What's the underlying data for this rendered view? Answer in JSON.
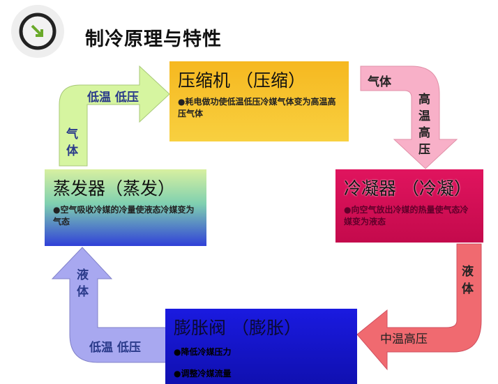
{
  "title": "制冷原理与特性",
  "compressor": {
    "title": "压缩机 （压缩）",
    "desc": "●耗电做功使低温低压冷媒气体变为高温高压气体"
  },
  "condenser": {
    "title": "冷凝器 （冷凝）",
    "desc": "●向空气放出冷媒的热量使气态冷媒变为液态"
  },
  "expansion": {
    "title": "膨胀阀 （膨胀）",
    "desc1": "●降低冷媒压力",
    "desc2": "●调整冷媒流量"
  },
  "evaporator": {
    "title": "蒸发器（蒸发）",
    "desc": "●空气吸收冷媒的冷量使液态冷媒变为气态"
  },
  "arrows": {
    "top_left": {
      "l1": "低温 低压",
      "l2": "气",
      "l3": "体"
    },
    "top_right": {
      "l1": "气体",
      "l2": "高",
      "l3": "温",
      "l4": "高",
      "l5": "压"
    },
    "bottom_right": {
      "l1": "液",
      "l2": "体",
      "l3": "中温高压"
    },
    "bottom_left": {
      "l1": "液",
      "l2": "体",
      "l3": "低温 低压"
    }
  }
}
